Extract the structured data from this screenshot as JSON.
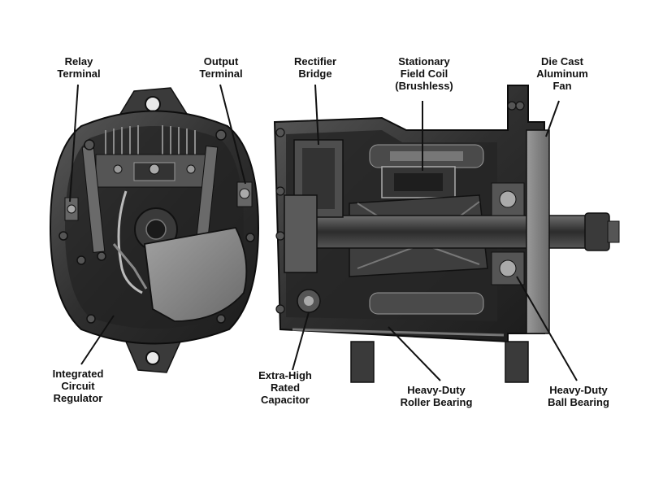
{
  "labels": {
    "relay_terminal": "Relay\nTerminal",
    "output_terminal": "Output\nTerminal",
    "rectifier_bridge": "Rectifier\nBridge",
    "stationary_field_coil": "Stationary\nField Coil\n(Brushless)",
    "die_cast_fan": "Die Cast\nAluminum\nFan",
    "integrated_circuit_regulator": "Integrated\nCircuit\nRegulator",
    "extra_high_capacitor": "Extra-High\nRated\nCapacitor",
    "roller_bearing": "Heavy-Duty\nRoller Bearing",
    "ball_bearing": "Heavy-Duty\nBall Bearing"
  },
  "colors": {
    "housing_dark": "#2a2a2a",
    "housing_mid": "#4a4a4a",
    "housing_light": "#7a7a7a",
    "plate_gray": "#8c8c8c",
    "leader_line": "#111111"
  }
}
